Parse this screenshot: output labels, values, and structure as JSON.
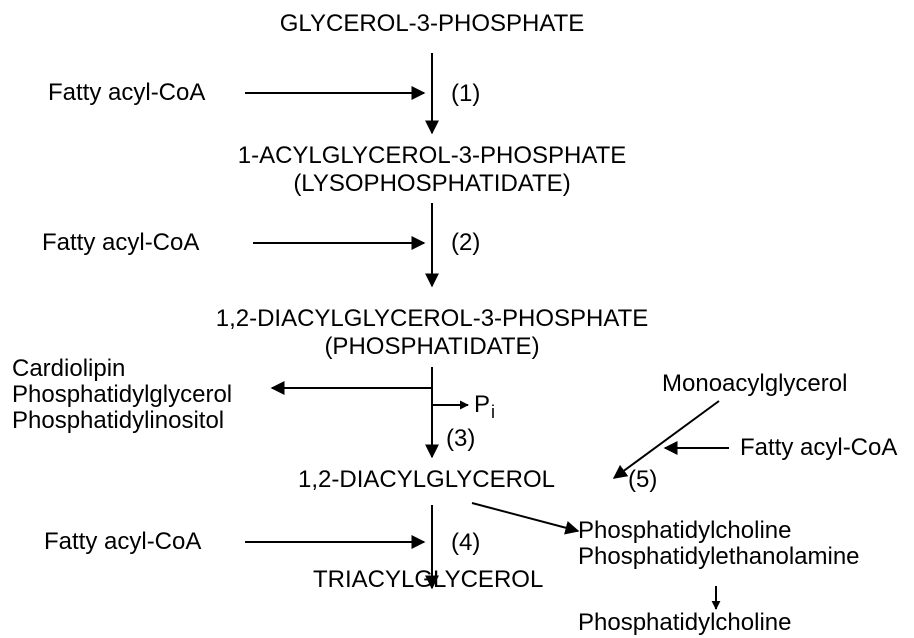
{
  "compounds": {
    "glycerol_3_phosphate": "GLYCEROL-3-PHOSPHATE",
    "acylglycerol_3_phosphate": "1-ACYLGLYCEROL-3-PHOSPHATE",
    "lysophosphatidate": "(LYSOPHOSPHATIDATE)",
    "diacylglycerol_3_phosphate": "1,2-DIACYLGLYCEROL-3-PHOSPHATE",
    "phosphatidate": "(PHOSPHATIDATE)",
    "diacylglycerol": "1,2-DIACYLGLYCEROL",
    "triacylglycerol": "TRIACYLGLYCEROL"
  },
  "substrates": {
    "fatty_acyl_coa_1": "Fatty acyl-CoA",
    "fatty_acyl_coa_2": "Fatty acyl-CoA",
    "fatty_acyl_coa_4": "Fatty acyl-CoA",
    "fatty_acyl_coa_5": "Fatty acyl-CoA",
    "monoacylglycerol": "Monoacylglycerol"
  },
  "side_products": {
    "cardiolipin": "Cardiolipin",
    "phosphatidylglycerol": "Phosphatidylglycerol",
    "phosphatidylinositol": "Phosphatidylinositol",
    "pi_main": "P",
    "pi_sub": "i",
    "phosphatidylcholine": "Phosphatidylcholine",
    "phosphatidylethanolamine": "Phosphatidylethanolamine",
    "phosphatidylcholine_final": "Phosphatidylcholine"
  },
  "steps": {
    "step1": "(1)",
    "step2": "(2)",
    "step3": "(3)",
    "step4": "(4)",
    "step5": "(5)"
  }
}
